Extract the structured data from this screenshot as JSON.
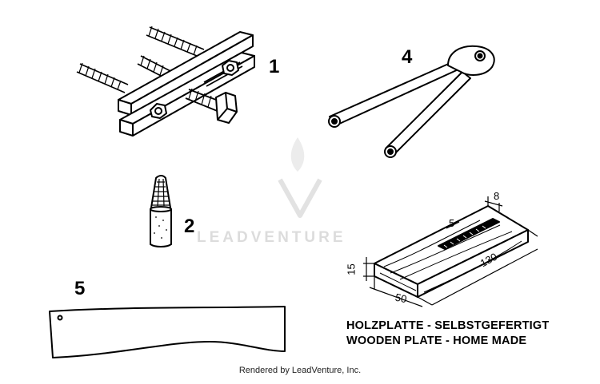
{
  "callouts": {
    "item1": "1",
    "item2": "2",
    "item4": "4",
    "item5": "5"
  },
  "dimensions": {
    "width": "8",
    "slot": "5",
    "length": "130",
    "thickness": "15",
    "depth": "50"
  },
  "caption": {
    "line1": "HOLZPLATTE - SELBSTGEFERTIGT",
    "line2": "WOODEN PLATE - HOME MADE"
  },
  "watermark": {
    "text": "LEADVENTURE",
    "icon": "flame-v-logo-icon"
  },
  "footer": "Rendered by LeadVenture, Inc.",
  "colors": {
    "line": "#000000",
    "watermark": "#dcdcdc"
  }
}
